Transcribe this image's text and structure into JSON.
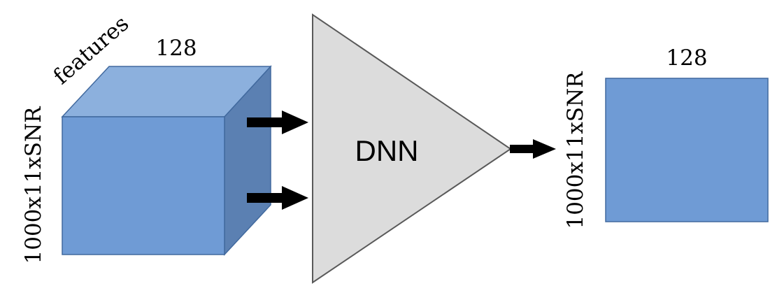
{
  "diagram": {
    "title": "DNN feature transformation block diagram",
    "background_color": "#ffffff",
    "input_block": {
      "name": "input-feature-cube",
      "top_label": "128",
      "side_label": "1000x11xSNR",
      "diagonal_label": "features",
      "front_color": "#6f9bd5",
      "top_color": "#8cb0dd",
      "right_color": "#5b80b2",
      "edge_color": "#41699e"
    },
    "arrows": {
      "input_arrow_top": "arrow-right",
      "input_arrow_bottom": "arrow-right",
      "output_arrow": "arrow-right",
      "color": "#000000"
    },
    "processor": {
      "name": "dnn-triangle",
      "label": "DNN",
      "fill_color": "#dcdcdc",
      "stroke_color": "#595959",
      "label_color": "#000000"
    },
    "output_block": {
      "name": "output-feature-rectangle",
      "top_label": "128",
      "side_label": "1000x11xSNR",
      "fill_color": "#6f9bd5",
      "edge_color": "#41699e"
    }
  }
}
